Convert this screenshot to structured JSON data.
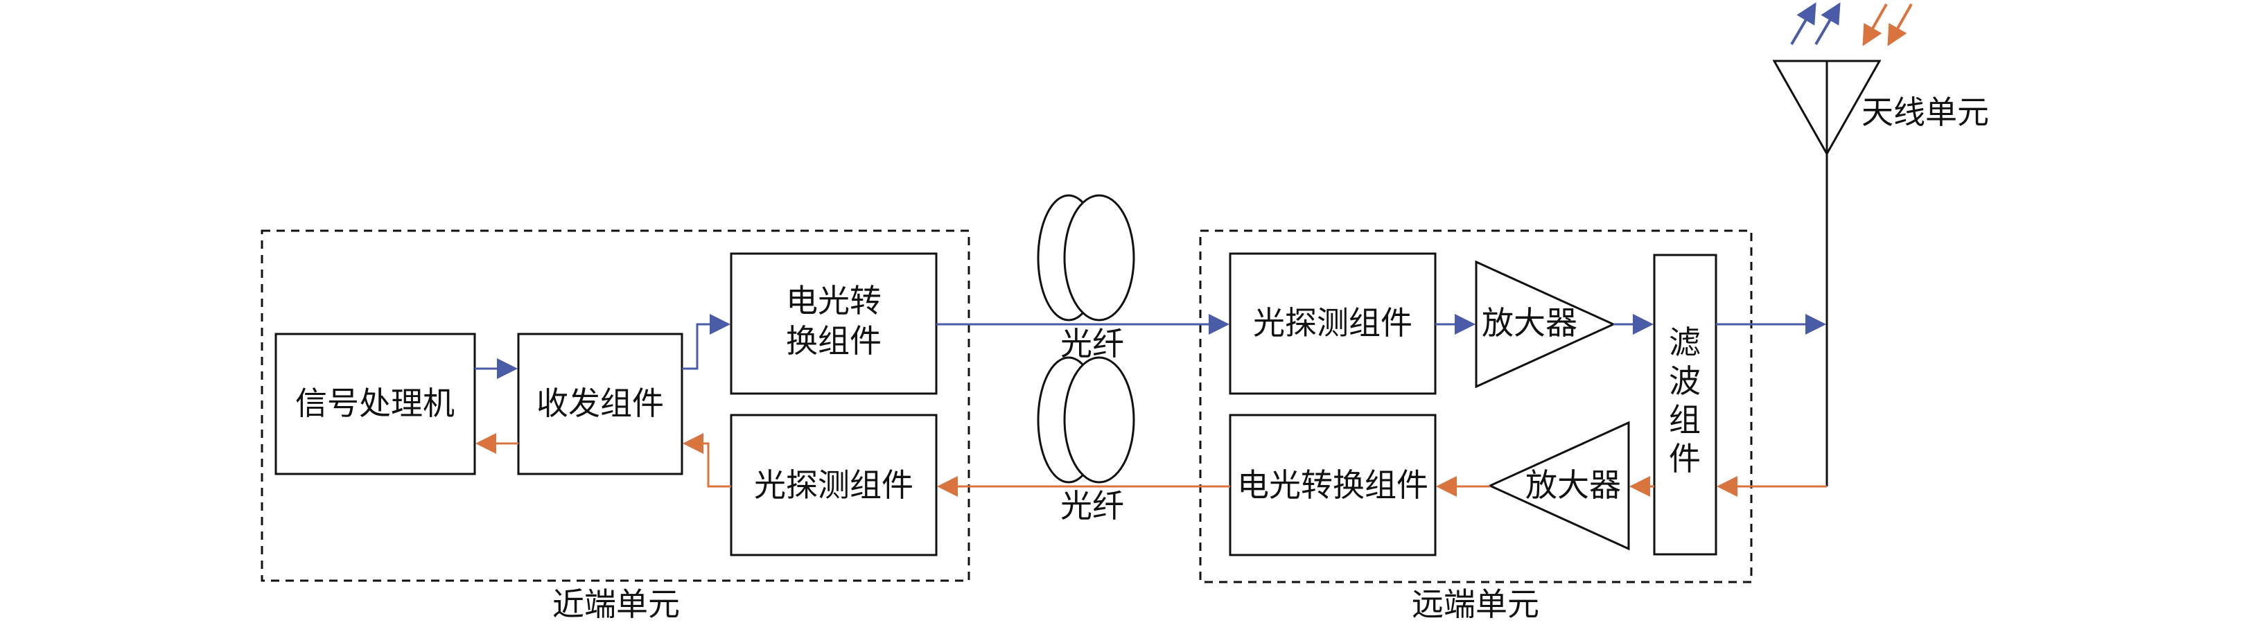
{
  "units": {
    "near": "近端单元",
    "remote": "远端单元",
    "antenna": "天线单元"
  },
  "blocks": {
    "signal_processor": "信号处理机",
    "transceiver": "收发组件",
    "eo_converter_near_line1": "电光转",
    "eo_converter_near_line2": "换组件",
    "photodetector_near": "光探测组件",
    "photodetector_remote": "光探测组件",
    "amplifier_tx": "放大器",
    "eo_converter_remote": "电光转换组件",
    "amplifier_rx": "放大器",
    "filter_line1": "滤",
    "filter_line2": "波",
    "filter_line3": "组",
    "filter_line4": "件"
  },
  "fibers": {
    "top": "光纤",
    "bottom": "光纤"
  },
  "colors": {
    "forward_path": "#4a5ba8",
    "return_path": "#d9743f",
    "outline": "#111111"
  }
}
